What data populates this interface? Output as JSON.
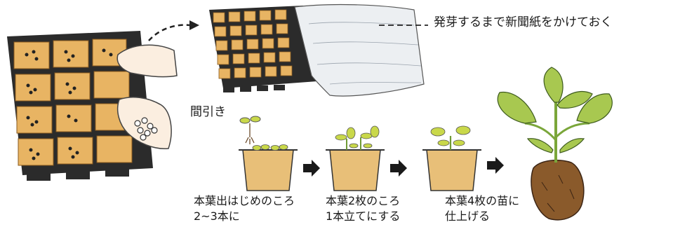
{
  "note_cover": "発芽するまで新聞紙をかけておく",
  "label_thinning": "間引き",
  "steps": [
    {
      "line1": "本葉出はじめのころ",
      "line2": "2~3本に"
    },
    {
      "line1": "本葉2枚のころ",
      "line2": "1本立てにする"
    },
    {
      "line1": "本葉4枚の苗に",
      "line2": "仕上げる"
    }
  ],
  "colors": {
    "tray": "#2a2a2a",
    "soil": "#e8b463",
    "leaf": "#c9d84a",
    "leaf_dark": "#7aa63a",
    "paper": "#e9ecef",
    "hand": "#fbeee0"
  }
}
